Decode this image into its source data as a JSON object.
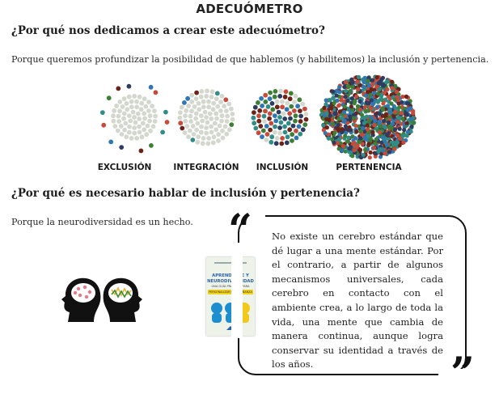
{
  "title": "ADECUÓMETRO",
  "section1": {
    "question": "¿Por qué nos dedicamos a crear este adecuómetro?",
    "answer": "Porque queremos profundizar la posibilidad de que hablemos (y habilitemos) la inclusión y pertenencia."
  },
  "circles": {
    "labels": [
      "EXCLUSIÓN",
      "INTEGRACIÓN",
      "INCLUSIÓN",
      "PERTENENCIA"
    ],
    "colors": {
      "neutral": "#d4d7cd",
      "red": "#c84a3a",
      "teal": "#2f8c86",
      "green": "#3f7f35",
      "darkred": "#6b2318",
      "navy": "#2d3c60",
      "blue": "#2f76b3"
    }
  },
  "section2": {
    "question": "¿Por qué es necesario hablar de inclusión y pertenencia?",
    "answer": "Porque la neurodiversidad es un hecho."
  },
  "quote": {
    "open_mark": "“",
    "close_mark": "”",
    "text": "No existe un cerebro estándar que dé lugar a una mente estándar. Por el contrario, a partir de algunos mecanismos universales, cada cerebro en contacto con el ambiente crea, a lo largo de toda la vida, una mente que cambia de manera continua, aunque logra conservar su identidad a través de los años."
  },
  "book": {
    "title_line1": "APRENDIZAJE Y",
    "title_line2": "NEURODIVERSIDAD",
    "subtitle": "UNA GUÍA PRÁCTICA PARA",
    "band": "PERSONALIZAR LA ENSEÑANZA",
    "head_colors": [
      "#1d8fd0",
      "#1d8fd0",
      "#f2c81b"
    ]
  },
  "heads": {
    "left_dot_color": "#e8778a",
    "right_line_colors": [
      "#e8b830",
      "#3a8c3a"
    ]
  }
}
